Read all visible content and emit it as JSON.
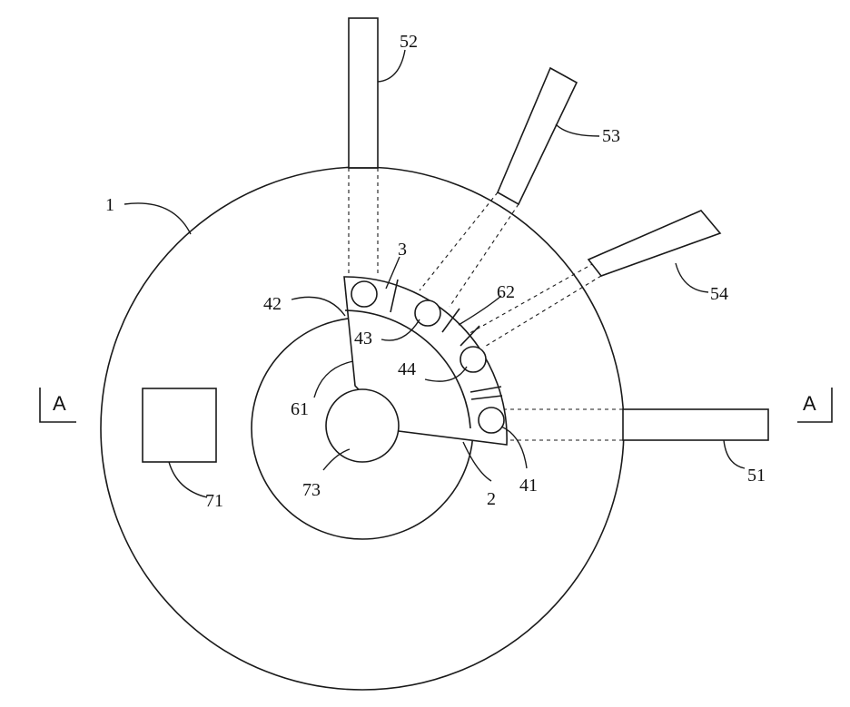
{
  "labels": {
    "l1": "1",
    "l2": "2",
    "l3": "3",
    "l41": "41",
    "l42": "42",
    "l43": "43",
    "l44": "44",
    "l51": "51",
    "l52": "52",
    "l53": "53",
    "l54": "54",
    "l61": "61",
    "l62": "62",
    "l71": "71",
    "l73": "73"
  },
  "section_marks": {
    "left": "A",
    "right": "A"
  }
}
